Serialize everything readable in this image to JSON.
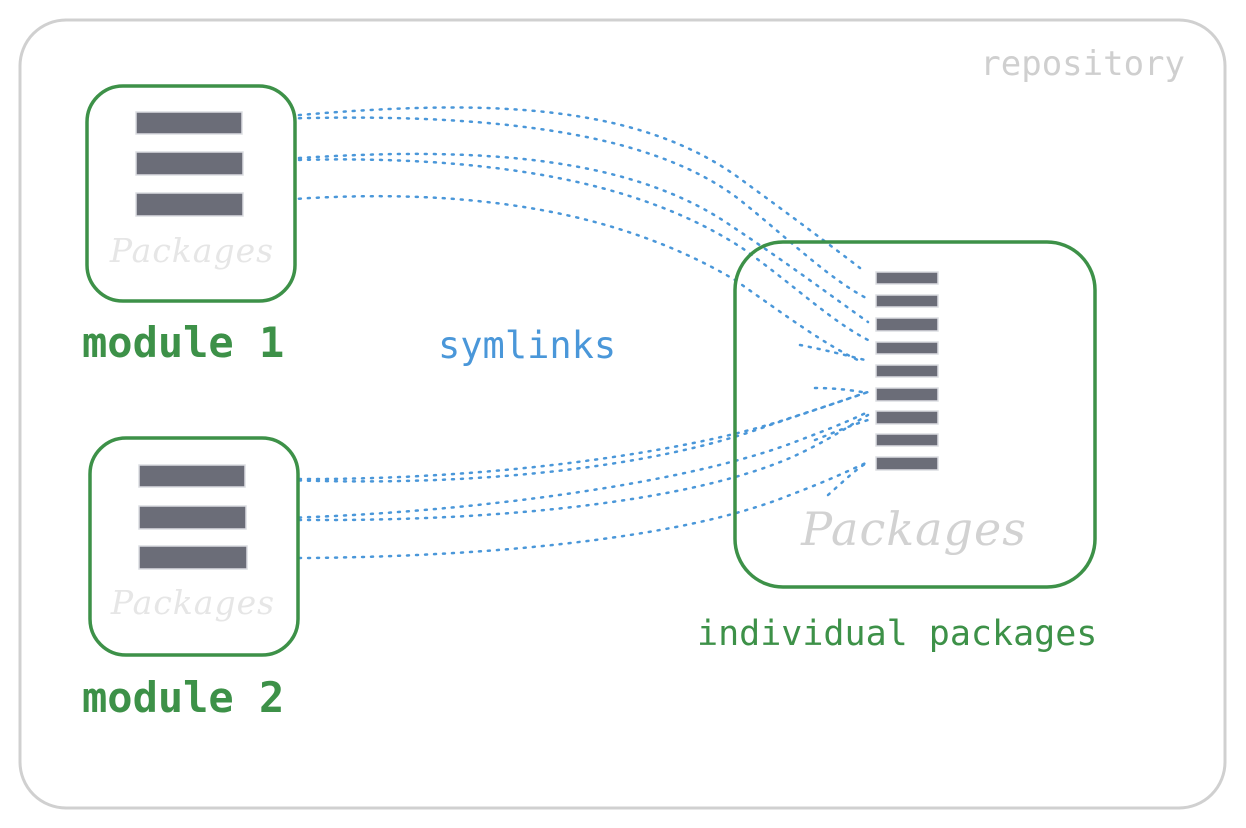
{
  "repository": {
    "label": "repository"
  },
  "modules": [
    {
      "name": "module 1",
      "folder_label": "Packages",
      "package_count": 3
    },
    {
      "name": "module 2",
      "folder_label": "Packages",
      "package_count": 3
    }
  ],
  "connector": {
    "label": "symlinks"
  },
  "individual": {
    "label": "individual packages",
    "folder_label": "Packages",
    "package_count": 9
  },
  "colors": {
    "repo_border": "#d0d0d0",
    "repo_label": "#cfcfcf",
    "module_border": "#3d9148",
    "module_label": "#3d9148",
    "package_bar": "#6b6d78",
    "watermark_small": "#e6e6e6",
    "watermark_large": "#d2d2d2",
    "symlink": "#4a97d9"
  }
}
